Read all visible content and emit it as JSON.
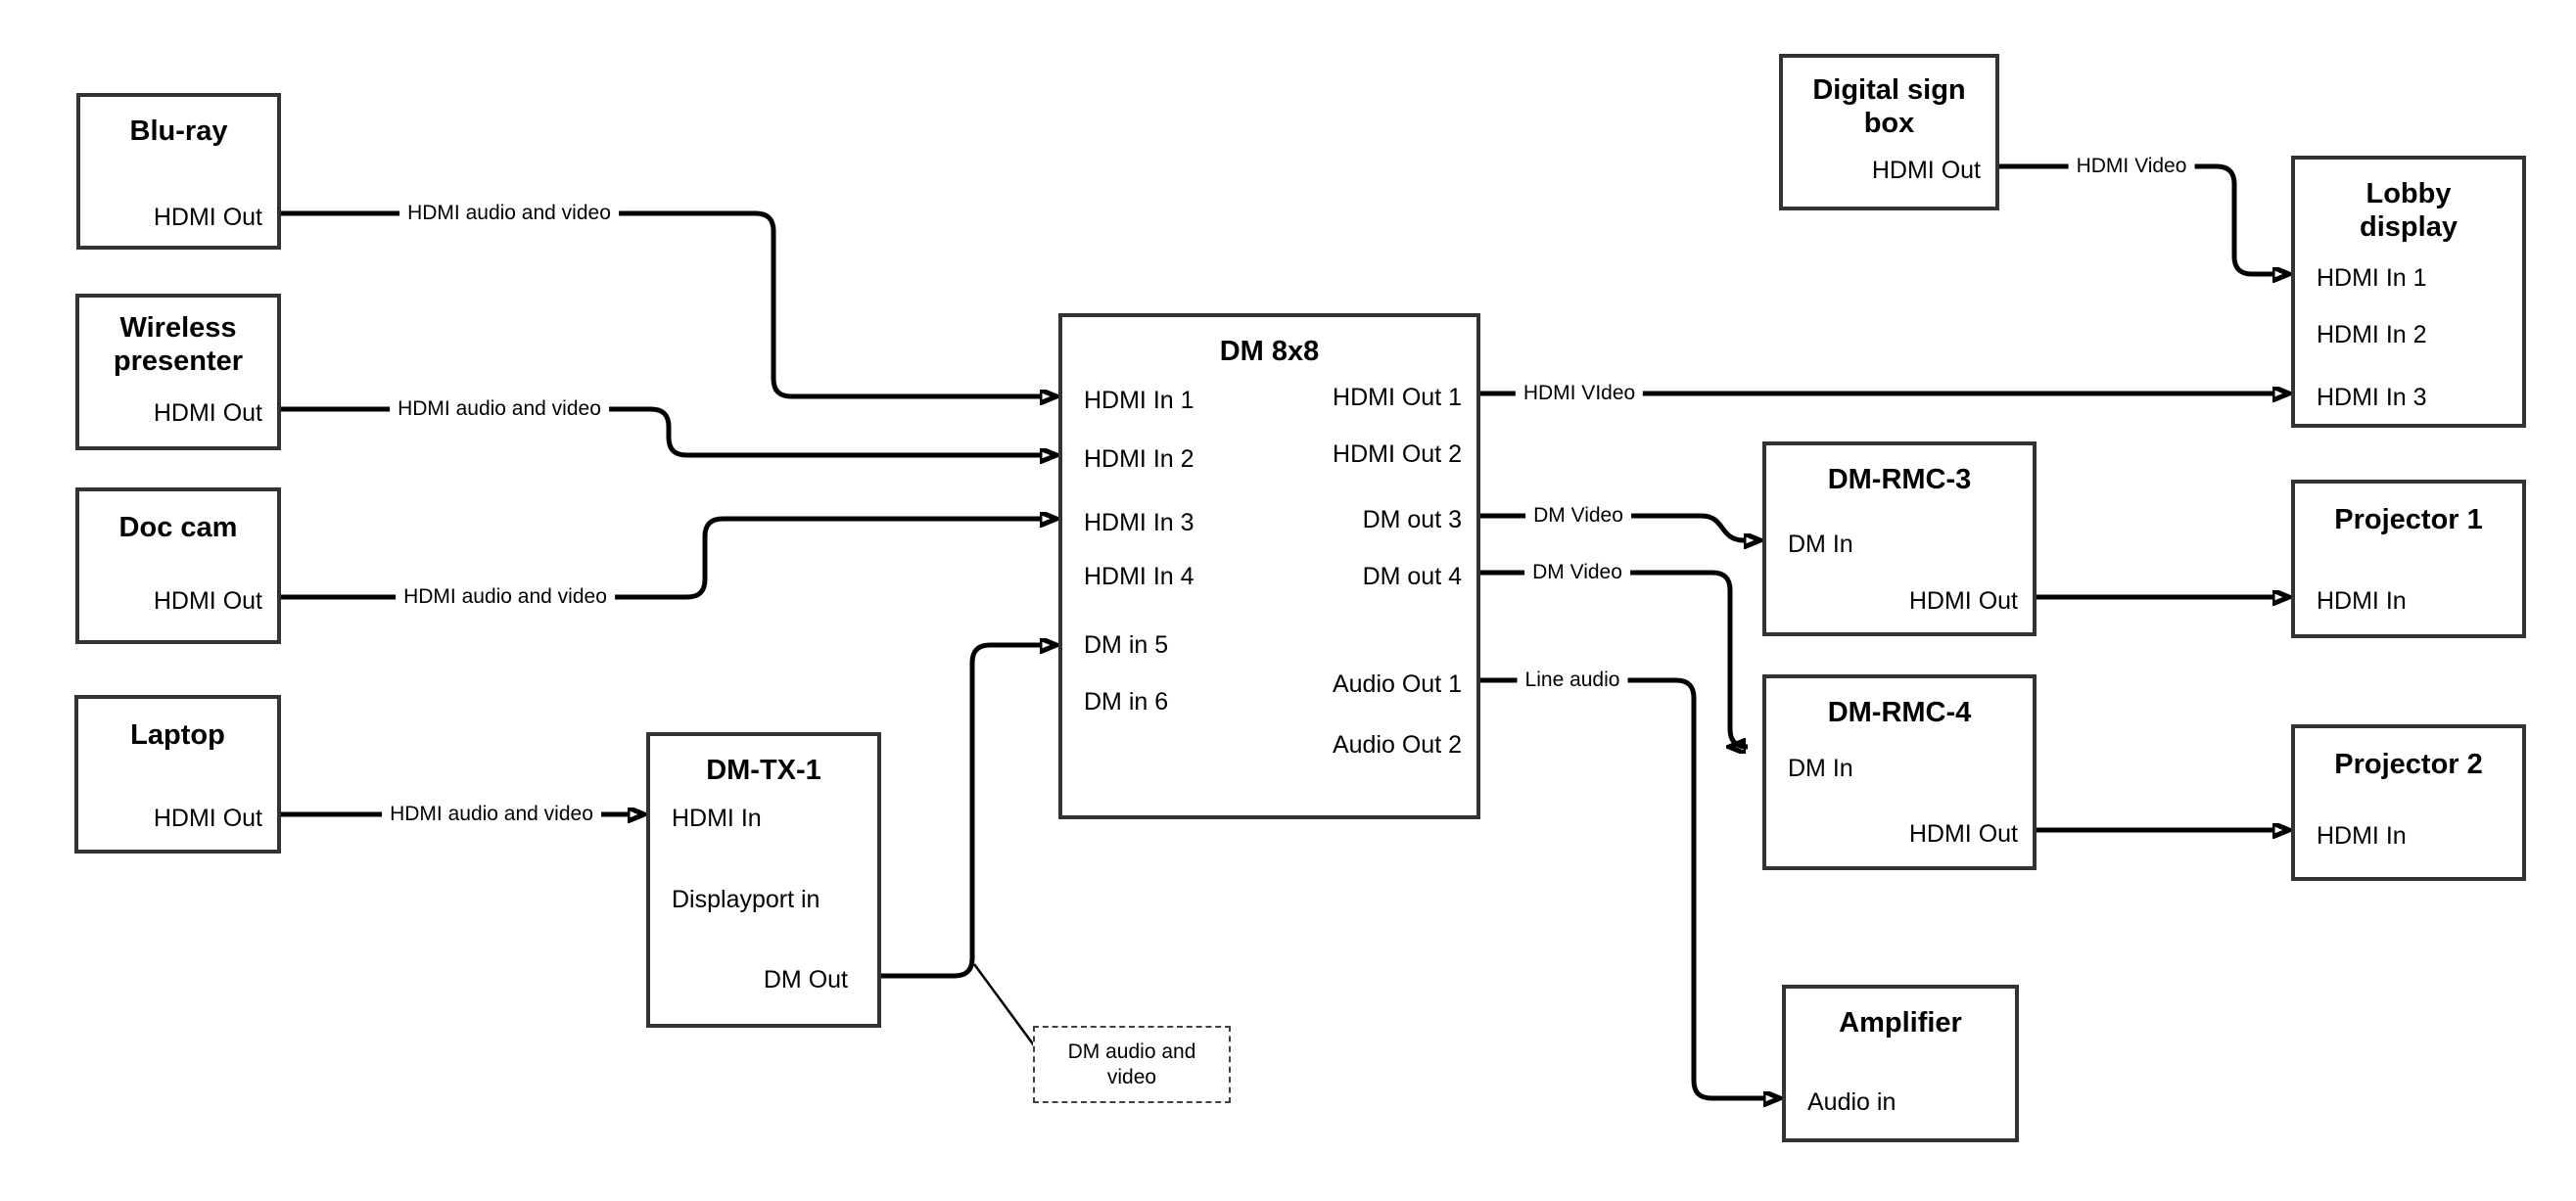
{
  "diagram": {
    "nodes": {
      "bluray": {
        "title": "Blu-ray",
        "port_hdmi_out": "HDMI Out"
      },
      "wireless": {
        "title": "Wireless\npresenter",
        "port_hdmi_out": "HDMI Out"
      },
      "doccam": {
        "title": "Doc cam",
        "port_hdmi_out": "HDMI Out"
      },
      "laptop": {
        "title": "Laptop",
        "port_hdmi_out": "HDMI Out"
      },
      "dmtx1": {
        "title": "DM-TX-1",
        "port_hdmi_in": "HDMI In",
        "port_displayport_in": "Displayport in",
        "port_dm_out": "DM Out"
      },
      "dm8x8": {
        "title": "DM 8x8",
        "in1": "HDMI In 1",
        "in2": "HDMI In 2",
        "in3": "HDMI In 3",
        "in4": "HDMI In 4",
        "in5": "DM in 5",
        "in6": "DM in 6",
        "out1": "HDMI Out 1",
        "out2": "HDMI Out 2",
        "out3": "DM out 3",
        "out4": "DM out 4",
        "aout1": "Audio Out 1",
        "aout2": "Audio Out 2"
      },
      "digitalsign": {
        "title": "Digital sign\nbox",
        "port_hdmi_out": "HDMI Out"
      },
      "lobby": {
        "title": "Lobby\ndisplay",
        "in1": "HDMI In 1",
        "in2": "HDMI In 2",
        "in3": "HDMI In 3"
      },
      "dmrmc3": {
        "title": "DM-RMC-3",
        "port_dm_in": "DM In",
        "port_hdmi_out": "HDMI Out"
      },
      "proj1": {
        "title": "Projector 1",
        "port_hdmi_in": "HDMI In"
      },
      "dmrmc4": {
        "title": "DM-RMC-4",
        "port_dm_in": "DM In",
        "port_hdmi_out": "HDMI Out"
      },
      "proj2": {
        "title": "Projector 2",
        "port_hdmi_in": "HDMI In"
      },
      "amplifier": {
        "title": "Amplifier",
        "port_audio_in": "Audio in"
      }
    },
    "edge_labels": {
      "bluray_to_dm8x8": "HDMI audio and video",
      "wireless_to_dm8x8": "HDMI audio and video",
      "doccam_to_dm8x8": "HDMI audio and video",
      "laptop_to_dmtx1": "HDMI audio and video",
      "out1_to_lobby": "HDMI VIdeo",
      "out3_to_rmc3": "DM Video",
      "out4_to_rmc4": "DM Video",
      "audio1_to_amp": "Line audio",
      "digitalsign_to_lobby": "HDMI Video"
    },
    "callout": {
      "text": "DM audio and\nvideo"
    },
    "colors": {
      "line": "#000000",
      "box_border": "#333333",
      "text": "#000000",
      "background": "#ffffff"
    }
  }
}
